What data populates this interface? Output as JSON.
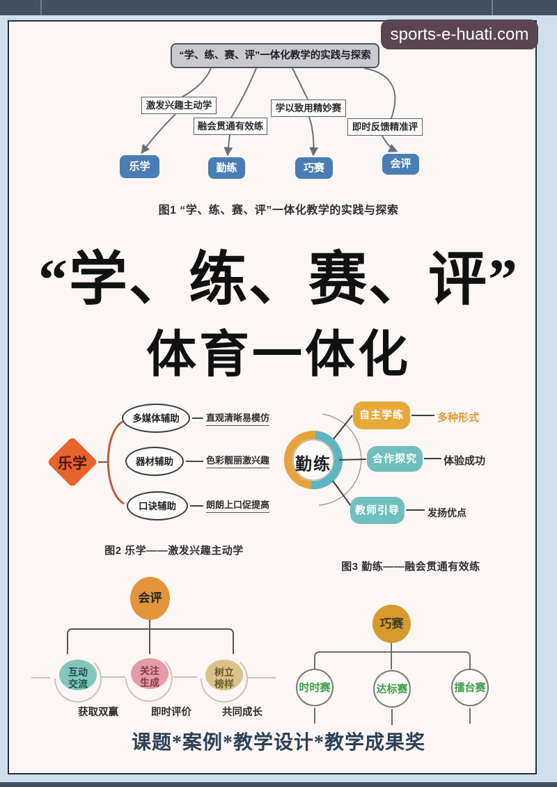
{
  "watermark": {
    "text": "sports-e-huati.com"
  },
  "colors": {
    "frame_strip": "#415064",
    "page_margin": "#cfe0ea",
    "poster_bg": "#fcf7f4",
    "watermark_bg": "#594651",
    "flow_blue_box": "#4a7db4",
    "lexue_orange": "#e7632e",
    "qinlian_ring_orange": "#e6a33c",
    "qinlian_ring_teal": "#5cb6c1",
    "node_yellow": "#e7a83a",
    "node_teal": "#6fbfbe",
    "huiping_orange": "#e2953b",
    "circle_teal": "#83c6bc",
    "circle_pink": "#e79aa8",
    "circle_tan": "#dbc28b",
    "qiaosai_gold": "#d89a2e",
    "race_text_green": "#3f9d4a"
  },
  "fig1": {
    "root_title": "“学、练、赛、评”一体化教学的实践与探索",
    "branch_boxes": [
      "激发兴趣主动学",
      "融会贯通有效练",
      "学以致用精妙赛",
      "即时反馈精准评"
    ],
    "leaf_boxes": [
      "乐学",
      "勤练",
      "巧赛",
      "会评"
    ],
    "caption": "图1 “学、练、赛、评”一体化教学的实践与探索"
  },
  "main_title": {
    "line1": "“学、练、赛、评”",
    "line2": "体育一体化"
  },
  "fig2": {
    "center": "乐学",
    "nodes": [
      "多媒体辅助",
      "器材辅助",
      "口诀辅助"
    ],
    "notes": [
      "直观清晰易模仿",
      "色彩靓丽激兴趣",
      "朗朗上口促提高"
    ],
    "caption": "图2 乐学——激发兴趣主动学"
  },
  "fig3": {
    "center": "勤练",
    "nodes": [
      "自主学练",
      "合作探究",
      "教师引导"
    ],
    "notes": [
      "多种形式",
      "体验成功",
      "发扬优点"
    ],
    "caption": "图3 勤练——融会贯通有效练"
  },
  "fig4": {
    "center": "会评",
    "circles": [
      {
        "line1": "互动",
        "line2": "交流",
        "note": "获取双赢"
      },
      {
        "line1": "关注",
        "line2": "生成",
        "note": "即时评价"
      },
      {
        "line1": "树立",
        "line2": "榜样",
        "note": "共同成长"
      }
    ]
  },
  "fig5": {
    "center": "巧赛",
    "circles": [
      "时时赛",
      "达标赛",
      "擂台赛"
    ]
  },
  "footer": {
    "text": "课题*案例*教学设计*教学成果奖"
  }
}
